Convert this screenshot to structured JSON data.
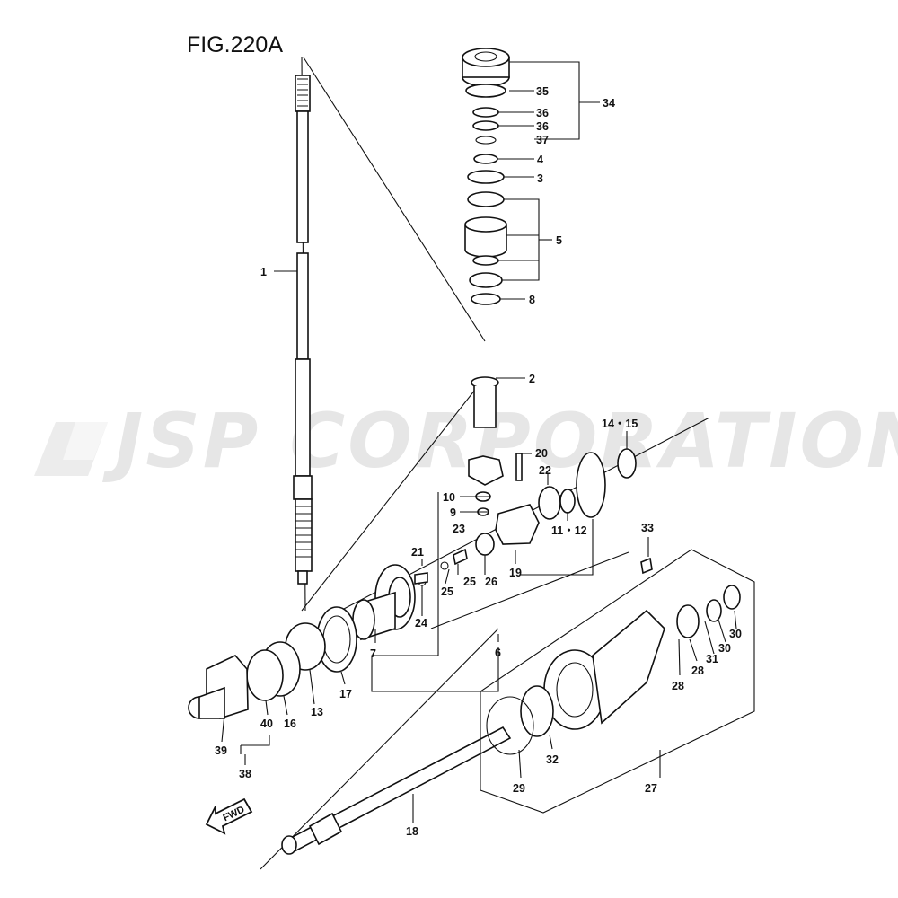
{
  "figure": {
    "title": "FIG.220A",
    "watermark": "JSP CORPORATION",
    "direction_label": "FWD"
  },
  "callouts": [
    {
      "id": "c1",
      "text": "1"
    },
    {
      "id": "c2",
      "text": "2"
    },
    {
      "id": "c3",
      "text": "3"
    },
    {
      "id": "c4",
      "text": "4"
    },
    {
      "id": "c5",
      "text": "5"
    },
    {
      "id": "c6",
      "text": "6"
    },
    {
      "id": "c7",
      "text": "7"
    },
    {
      "id": "c8",
      "text": "8"
    },
    {
      "id": "c9",
      "text": "9"
    },
    {
      "id": "c10",
      "text": "10"
    },
    {
      "id": "c1112",
      "text": "11・12"
    },
    {
      "id": "c13",
      "text": "13"
    },
    {
      "id": "c1415",
      "text": "14・15"
    },
    {
      "id": "c16",
      "text": "16"
    },
    {
      "id": "c17",
      "text": "17"
    },
    {
      "id": "c18",
      "text": "18"
    },
    {
      "id": "c19",
      "text": "19"
    },
    {
      "id": "c20",
      "text": "20"
    },
    {
      "id": "c21",
      "text": "21"
    },
    {
      "id": "c22",
      "text": "22"
    },
    {
      "id": "c23",
      "text": "23"
    },
    {
      "id": "c24",
      "text": "24"
    },
    {
      "id": "c25a",
      "text": "25"
    },
    {
      "id": "c25b",
      "text": "25"
    },
    {
      "id": "c26",
      "text": "26"
    },
    {
      "id": "c27",
      "text": "27"
    },
    {
      "id": "c28a",
      "text": "28"
    },
    {
      "id": "c28b",
      "text": "28"
    },
    {
      "id": "c29",
      "text": "29"
    },
    {
      "id": "c30a",
      "text": "30"
    },
    {
      "id": "c30b",
      "text": "30"
    },
    {
      "id": "c31",
      "text": "31"
    },
    {
      "id": "c32",
      "text": "32"
    },
    {
      "id": "c33",
      "text": "33"
    },
    {
      "id": "c34",
      "text": "34"
    },
    {
      "id": "c35",
      "text": "35"
    },
    {
      "id": "c36a",
      "text": "36"
    },
    {
      "id": "c36b",
      "text": "36"
    },
    {
      "id": "c37",
      "text": "37"
    },
    {
      "id": "c38",
      "text": "38"
    },
    {
      "id": "c39",
      "text": "39"
    },
    {
      "id": "c40",
      "text": "40"
    }
  ]
}
